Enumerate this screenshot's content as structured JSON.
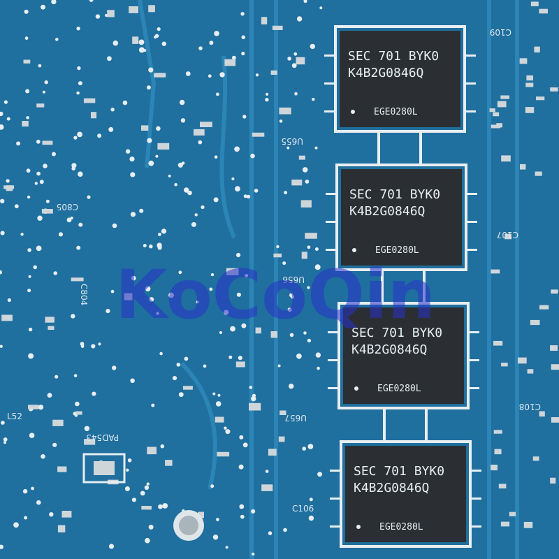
{
  "image": {
    "description_tags": [
      "pcb",
      "memory-chips",
      "motherboard-closeup"
    ],
    "watermark_text": "KoCoQin",
    "colors": {
      "board": "#1f6f9f",
      "trace": "#2b85b6",
      "chip": "#2b2f33",
      "chip_edge": "#e9eef1",
      "pad": "#cfd6da",
      "silkscreen": "#e6eef2",
      "watermark": "#2832c8"
    }
  },
  "chips": [
    {
      "line1": "SEC 701 BYK0",
      "line2": "K4B2G0846Q",
      "line3": "EGE0280L",
      "ref": "U655"
    },
    {
      "line1": "SEC 701 BYK0",
      "line2": "K4B2G0846Q",
      "line3": "EGE0280L",
      "ref": "U656"
    },
    {
      "line1": "SEC 701 BYK0",
      "line2": "K4B2G0846Q",
      "line3": "EGE0280L",
      "ref": "U657"
    },
    {
      "line1": "SEC 701 BYK0",
      "line2": "K4B2G0846Q",
      "line3": "EGE0280L",
      "ref": ""
    }
  ],
  "labels": {
    "c109": "C109",
    "c107": "C107",
    "c108": "C108",
    "c106": "C106",
    "c805": "C805",
    "c804": "C804",
    "pad": "PAD543",
    "l52": "L52"
  }
}
